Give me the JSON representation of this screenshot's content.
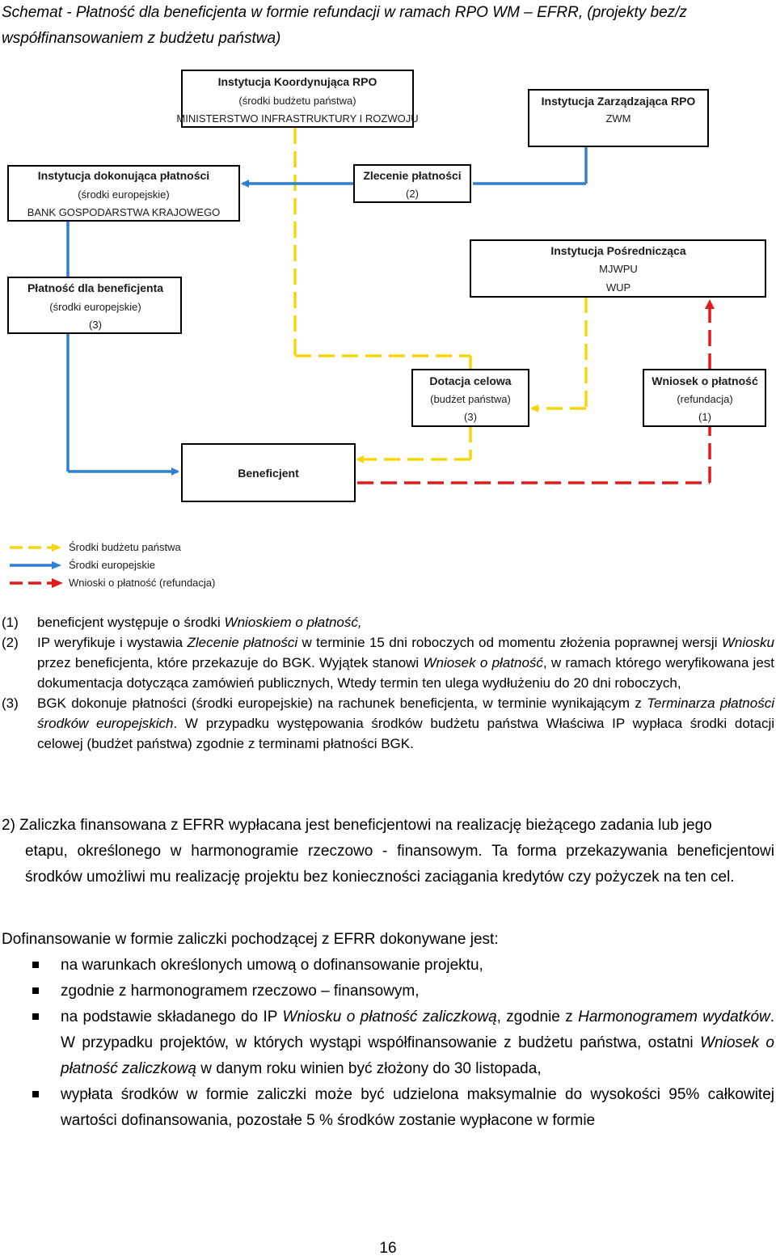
{
  "title": "Schemat - Płatność dla beneficjenta w formie refundacji w ramach RPO WM – EFRR, (projekty bez/z współfinansowaniem z budżetu państwa)",
  "diagram": {
    "box_koord": {
      "title": "Instytucja Koordynująca RPO",
      "line1": "(środki budżetu państwa)",
      "line2": "MINISTERSTWO INFRASTRUKTURY I ROZWOJU"
    },
    "box_zarz": {
      "title": "Instytucja Zarządzająca RPO",
      "line1": "ZWM"
    },
    "box_dok": {
      "title": "Instytucja dokonująca płatności",
      "line1": "(środki europejskie)",
      "line2": "BANK GOSPODARSTWA KRAJOWEGO"
    },
    "box_zlec": {
      "title": "Zlecenie płatności",
      "line1": "(2)"
    },
    "box_posr": {
      "title": "Instytucja Pośrednicząca",
      "line1": "MJWPU",
      "line2": "WUP"
    },
    "box_plat": {
      "title": "Płatność dla beneficjenta",
      "line1": "(środki europejskie)",
      "line2": "(3)"
    },
    "box_dot": {
      "title": "Dotacja celowa",
      "line1": "(budżet państwa)",
      "line2": "(3)"
    },
    "box_wn": {
      "title": "Wniosek o płatność",
      "line1": "(refundacja)",
      "line2": "(1)"
    },
    "box_ben": {
      "title": "Beneficjent"
    },
    "legend": {
      "yellow": "Środki budżetu państwa",
      "blue": "Środki europejskie",
      "red": "Wnioski o płatność (refundacja)"
    },
    "colors": {
      "yellow": "#f5d60a",
      "blue": "#2f7fd4",
      "red": "#e01b1b"
    }
  },
  "list": {
    "item1": {
      "num": "(1)",
      "a": "beneficjent występuje o środki ",
      "b": "Wnioskiem o płatność,"
    },
    "item2": {
      "num": "(2)",
      "a": "IP weryfikuje i wystawia ",
      "b": "Zlecenie płatności",
      "c": " w terminie 15 dni roboczych od momentu złożenia poprawnej wersji ",
      "d": "Wniosku",
      "e": " przez beneficjenta, które przekazuje do BGK. Wyjątek stanowi ",
      "f": "Wniosek o płatność",
      "g": ", w ramach którego weryfikowana jest dokumentacja dotycząca zamówień publicznych, Wtedy termin ten ulega wydłużeniu do 20 dni roboczych,"
    },
    "item3": {
      "num": "(3)",
      "a": "BGK dokonuje płatności (środki europejskie) na rachunek beneficjenta, w terminie wynikającym z ",
      "b": "Terminarza płatności środków europejskich",
      "c": ". W przypadku występowania środków budżetu państwa Właściwa IP wypłaca środki dotacji celowej (budżet państwa) zgodnie z terminami płatności BGK."
    }
  },
  "section2": {
    "lead": "2) Zaliczka finansowana z EFRR wypłacana jest beneficjentowi na realizację bieżącego zadania lub jego",
    "rest": "etapu, określonego w harmonogramie rzeczowo - finansowym. Ta forma przekazywania beneficjentowi środków umożliwi mu realizację projektu bez konieczności zaciągania kredytów czy pożyczek na ten cel."
  },
  "dofin": {
    "intro": "Dofinansowanie w formie zaliczki pochodzącej z EFRR dokonywane jest:",
    "b1": "na warunkach określonych umową o dofinansowanie projektu,",
    "b2": "zgodnie z harmonogramem rzeczowo – finansowym,",
    "b3a": "na podstawie składanego do IP ",
    "b3b": "Wniosku o płatność zaliczkową",
    "b3c": ", zgodnie z ",
    "b3d": "Harmonogramem wydatków",
    "b3e": ". W przypadku projektów, w których wystąpi  współfinansowanie z budżetu państwa, ostatni ",
    "b3f": "Wniosek o płatność zaliczkową",
    "b3g": " w danym roku winien być złożony do 30 listopada,",
    "b4": "wypłata środków w formie zaliczki może być udzielona maksymalnie do wysokości 95% całkowitej wartości dofinansowania, pozostałe 5 % środków zostanie wypłacone w formie"
  },
  "page_number": "16"
}
